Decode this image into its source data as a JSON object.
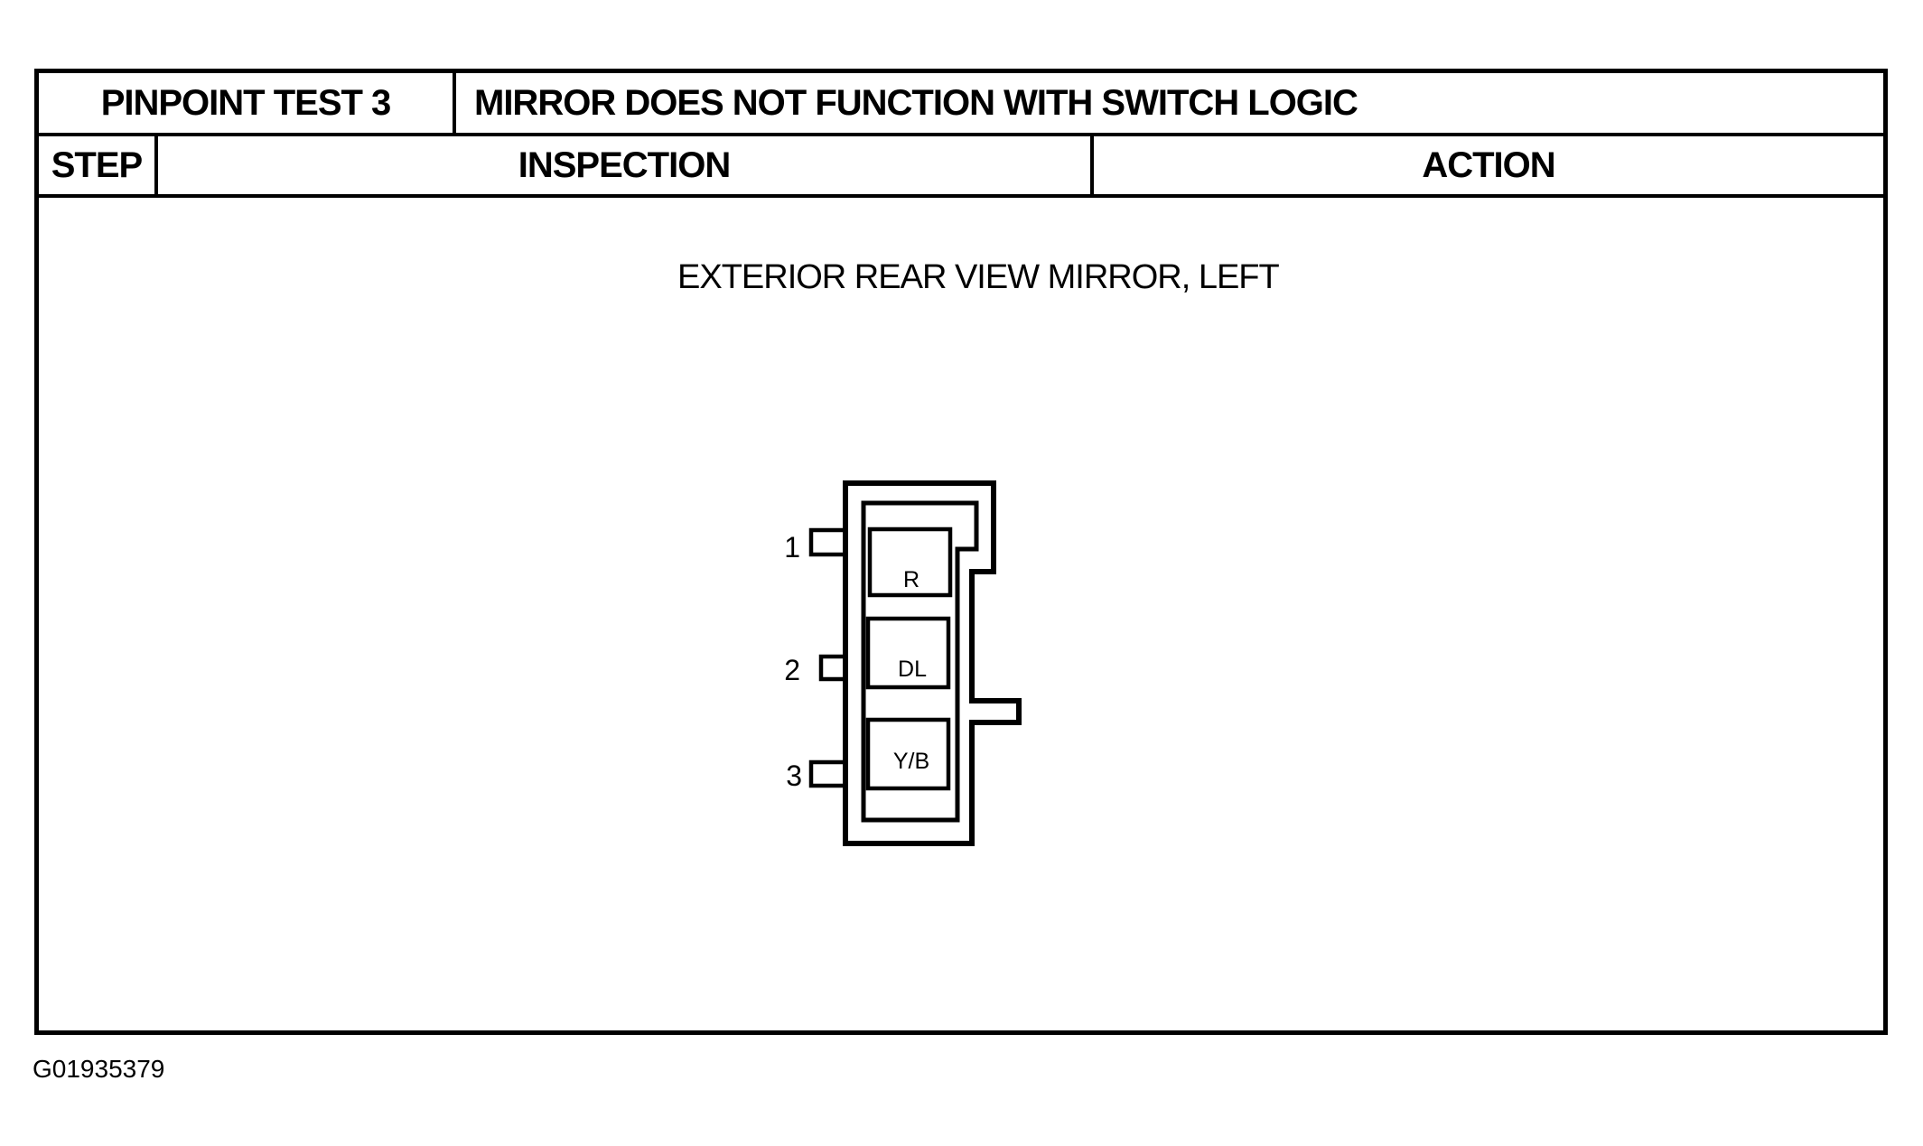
{
  "colors": {
    "ink": "#000000",
    "paper": "#ffffff"
  },
  "pinpoint_table": {
    "title_cell": "PINPOINT TEST 3",
    "description_cell": "MIRROR DOES NOT FUNCTION WITH SWITCH LOGIC",
    "columns": [
      {
        "label": "STEP"
      },
      {
        "label": "INSPECTION"
      },
      {
        "label": "ACTION"
      }
    ]
  },
  "diagram": {
    "caption": "EXTERIOR REAR VIEW MIRROR, LEFT",
    "connector_pins": [
      {
        "number": "1",
        "circuit": "R"
      },
      {
        "number": "2",
        "circuit": "DL"
      },
      {
        "number": "3",
        "circuit": "Y/B"
      }
    ]
  },
  "footer": {
    "figure_id": "G01935379"
  }
}
